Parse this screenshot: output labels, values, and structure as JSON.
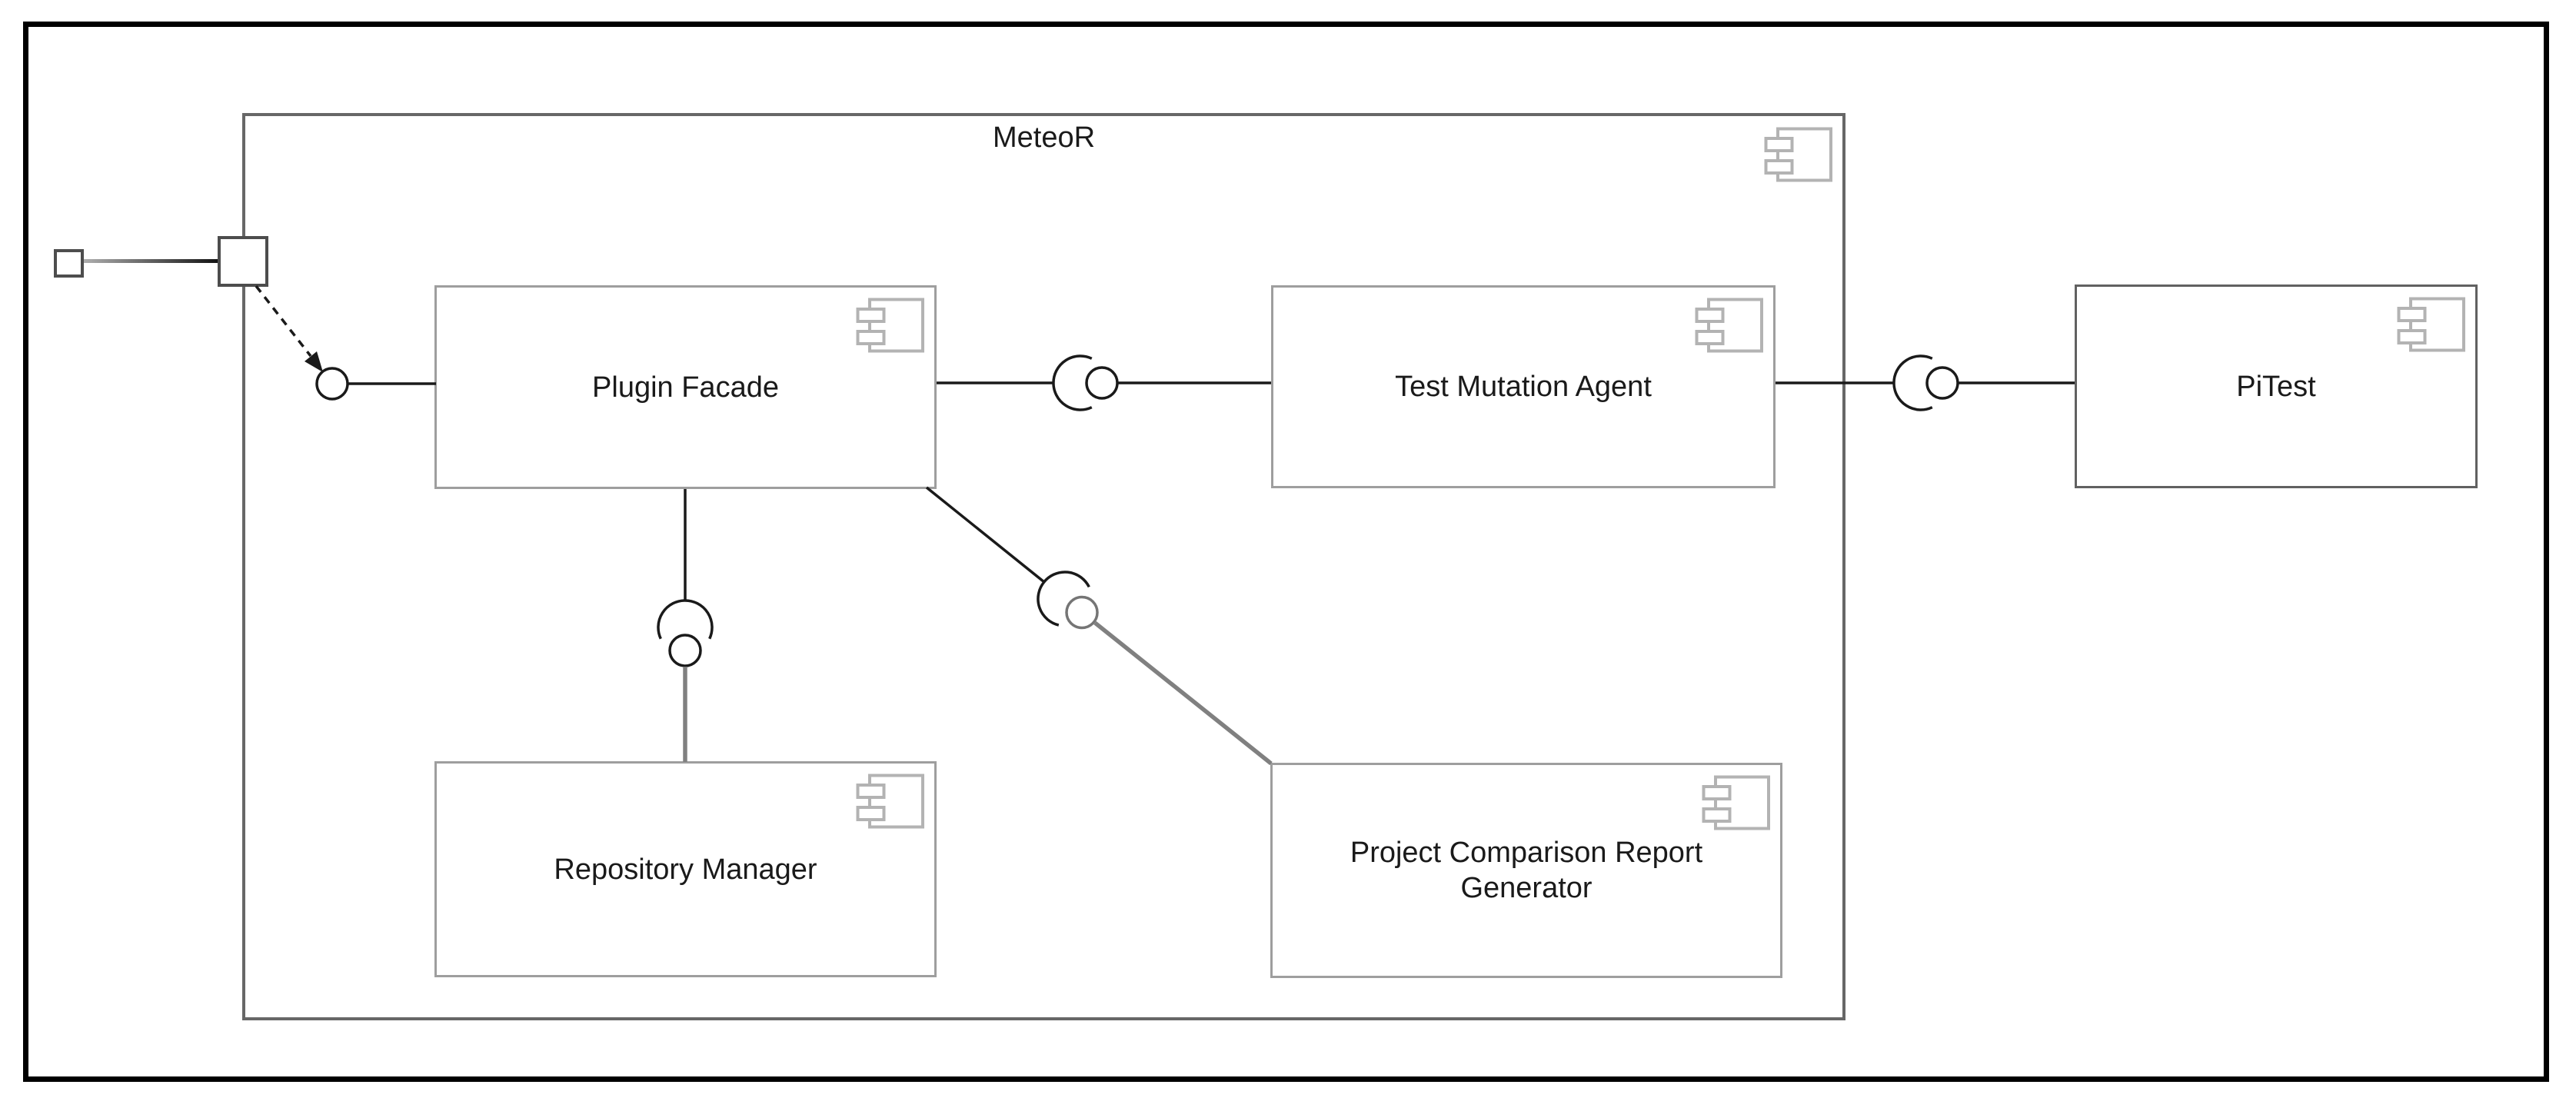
{
  "diagram": {
    "type": "uml-component-diagram",
    "container": {
      "label": "MeteoR"
    },
    "components": [
      {
        "id": "plugin-facade",
        "label": "Plugin Facade",
        "inside_container": true
      },
      {
        "id": "test-mutation-agent",
        "label": "Test Mutation Agent",
        "inside_container": true
      },
      {
        "id": "repository-manager",
        "label": "Repository Manager",
        "inside_container": true
      },
      {
        "id": "project-comparison-report-generator",
        "label": "Project Comparison Report Generator",
        "inside_container": true
      },
      {
        "id": "pitest",
        "label": "PiTest",
        "inside_container": false
      }
    ],
    "connectors": [
      {
        "from": "boundary-port",
        "to": "plugin-facade",
        "type": "dashed-dependency-arrow-to-provided-interface"
      },
      {
        "from": "plugin-facade",
        "to": "test-mutation-agent",
        "type": "ball-and-socket"
      },
      {
        "from": "test-mutation-agent",
        "to": "pitest",
        "type": "ball-and-socket"
      },
      {
        "from": "plugin-facade",
        "to": "repository-manager",
        "type": "ball-and-socket"
      },
      {
        "from": "plugin-facade",
        "to": "project-comparison-report-generator",
        "type": "ball-and-socket"
      }
    ]
  },
  "colors": {
    "background": "#ffffff",
    "frame_border": "#000000",
    "container_border": "#676767",
    "component_border": "#9e9e9e",
    "external_component_border": "#616161",
    "icon_stroke": "#b3b3b3",
    "label_text": "#1a1a1a",
    "connector_line": "#1a1a1a",
    "thick_gray_line": "#808080",
    "port_border": "#4d4d4d"
  }
}
